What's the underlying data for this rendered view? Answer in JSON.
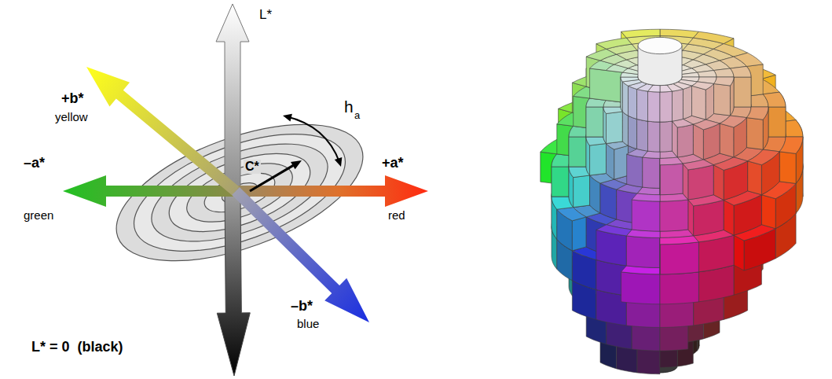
{
  "diagram": {
    "labels": [
      "L*",
      "+b*",
      "yellow",
      "h",
      "a",
      "C*",
      "–a*",
      "green",
      "+a*",
      "red",
      "–b*",
      "blue",
      "L* = 0  (black)"
    ]
  }
}
